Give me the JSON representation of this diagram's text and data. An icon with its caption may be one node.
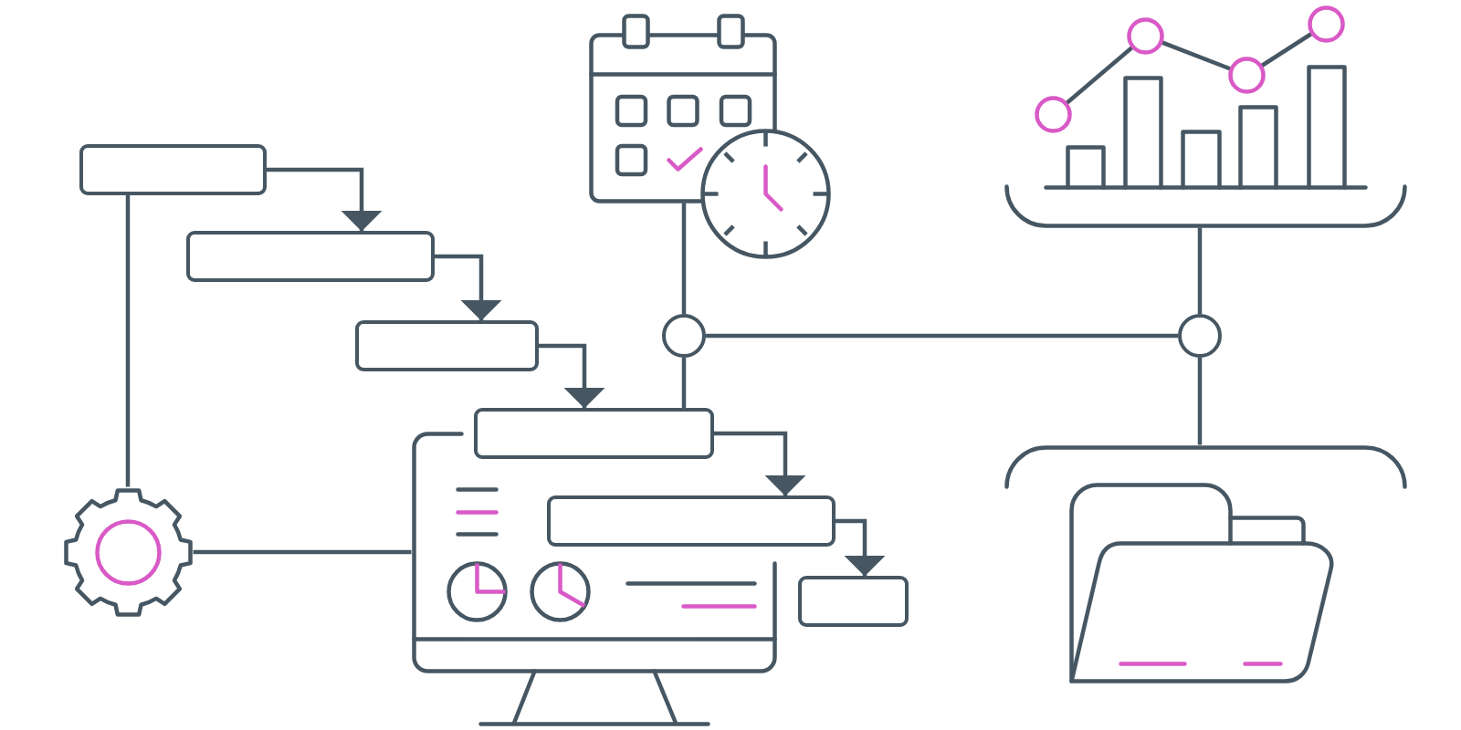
{
  "diagram": {
    "nodes": [
      {
        "text": [],
        "shape": "box"
      },
      {
        "text": [],
        "shape": "box"
      },
      {
        "text": [],
        "shape": "box"
      },
      {
        "text": [],
        "shape": "box"
      },
      {
        "text": [],
        "shape": "box"
      },
      {
        "text": [],
        "shape": "box"
      },
      {
        "text": [],
        "shape": "gear"
      },
      {
        "text": [],
        "shape": "monitor"
      },
      {
        "text": [],
        "shape": "calendar"
      },
      {
        "text": [],
        "shape": "clock"
      },
      {
        "text": [],
        "shape": "circle"
      },
      {
        "text": [],
        "shape": "circle"
      },
      {
        "text": [],
        "shape": "chart"
      },
      {
        "text": [],
        "shape": "folder"
      }
    ],
    "edges": [
      {
        "from": 0,
        "to": 1,
        "arrow": "to"
      },
      {
        "from": 1,
        "to": 2,
        "arrow": "to"
      },
      {
        "from": 2,
        "to": 3,
        "arrow": "to"
      },
      {
        "from": 3,
        "to": 4,
        "arrow": "to"
      },
      {
        "from": 4,
        "to": 5,
        "arrow": "to"
      },
      {
        "from": 0,
        "to": 6,
        "arrow": "none"
      },
      {
        "from": 6,
        "to": 7,
        "arrow": "none"
      },
      {
        "from": 8,
        "to": 10,
        "arrow": "none"
      },
      {
        "from": 10,
        "to": 3,
        "arrow": "none"
      },
      {
        "from": 10,
        "to": 11,
        "arrow": "none"
      },
      {
        "from": 11,
        "to": 12,
        "arrow": "none"
      },
      {
        "from": 11,
        "to": 13,
        "arrow": "none"
      }
    ]
  }
}
